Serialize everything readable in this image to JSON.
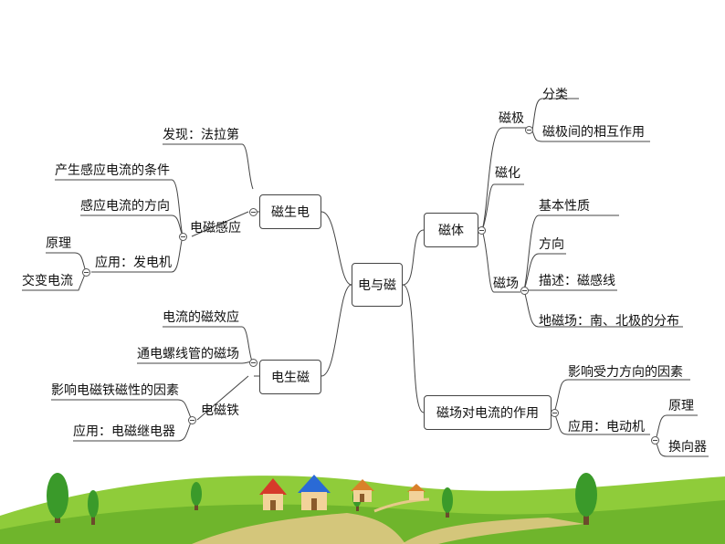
{
  "center": "电与磁",
  "left": {
    "magnetism_to_electricity": {
      "label": "磁生电",
      "discovery": "发现：法拉第",
      "induction": "电磁感应",
      "condition": "产生感应电流的条件",
      "direction": "感应电流的方向",
      "application": "应用：发电机",
      "principle": "原理",
      "ac": "交变电流"
    },
    "electricity_to_magnetism": {
      "label": "电生磁",
      "effect": "电流的磁效应",
      "solenoid": "通电螺线管的磁场",
      "electromagnet": "电磁铁",
      "factors": "影响电磁铁磁性的因素",
      "relay": "应用：电磁继电器"
    }
  },
  "right": {
    "magnet": {
      "label": "磁体",
      "pole": "磁极",
      "classify": "分类",
      "interaction": "磁极间的相互作用",
      "magnetize": "磁化",
      "field": "磁场",
      "basic": "基本性质",
      "direction": "方向",
      "description": "描述：磁感线",
      "earth": "地磁场：南、北极的分布"
    },
    "force": {
      "label": "磁场对电流的作用",
      "factors": "影响受力方向的因素",
      "application": "应用：电动机",
      "principle": "原理",
      "commutator": "换向器"
    }
  },
  "colors": {
    "line": "#444444",
    "sky": "#ffffff",
    "grass": "#6fb52c",
    "hill": "#8fcc3a",
    "road": "#e6c98a"
  }
}
